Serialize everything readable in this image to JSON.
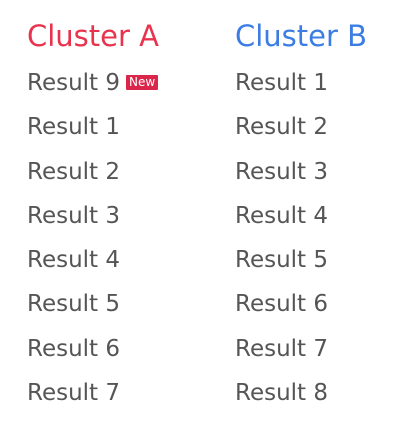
{
  "clusters": [
    {
      "title": "Cluster A",
      "title_color": "#e8334e",
      "results": [
        {
          "label": "Result 9",
          "badge": "New"
        },
        {
          "label": "Result 1",
          "badge": null
        },
        {
          "label": "Result 2",
          "badge": null
        },
        {
          "label": "Result 3",
          "badge": null
        },
        {
          "label": "Result 4",
          "badge": null
        },
        {
          "label": "Result 5",
          "badge": null
        },
        {
          "label": "Result 6",
          "badge": null
        },
        {
          "label": "Result 7",
          "badge": null
        }
      ]
    },
    {
      "title": "Cluster B",
      "title_color": "#3b7de3",
      "results": [
        {
          "label": "Result 1",
          "badge": null
        },
        {
          "label": "Result 2",
          "badge": null
        },
        {
          "label": "Result 3",
          "badge": null
        },
        {
          "label": "Result 4",
          "badge": null
        },
        {
          "label": "Result 5",
          "badge": null
        },
        {
          "label": "Result 6",
          "badge": null
        },
        {
          "label": "Result 7",
          "badge": null
        },
        {
          "label": "Result 8",
          "badge": null
        }
      ]
    }
  ],
  "colors": {
    "result_text": "#555555",
    "badge_background": "#d9264a",
    "badge_text": "#ffffff"
  }
}
